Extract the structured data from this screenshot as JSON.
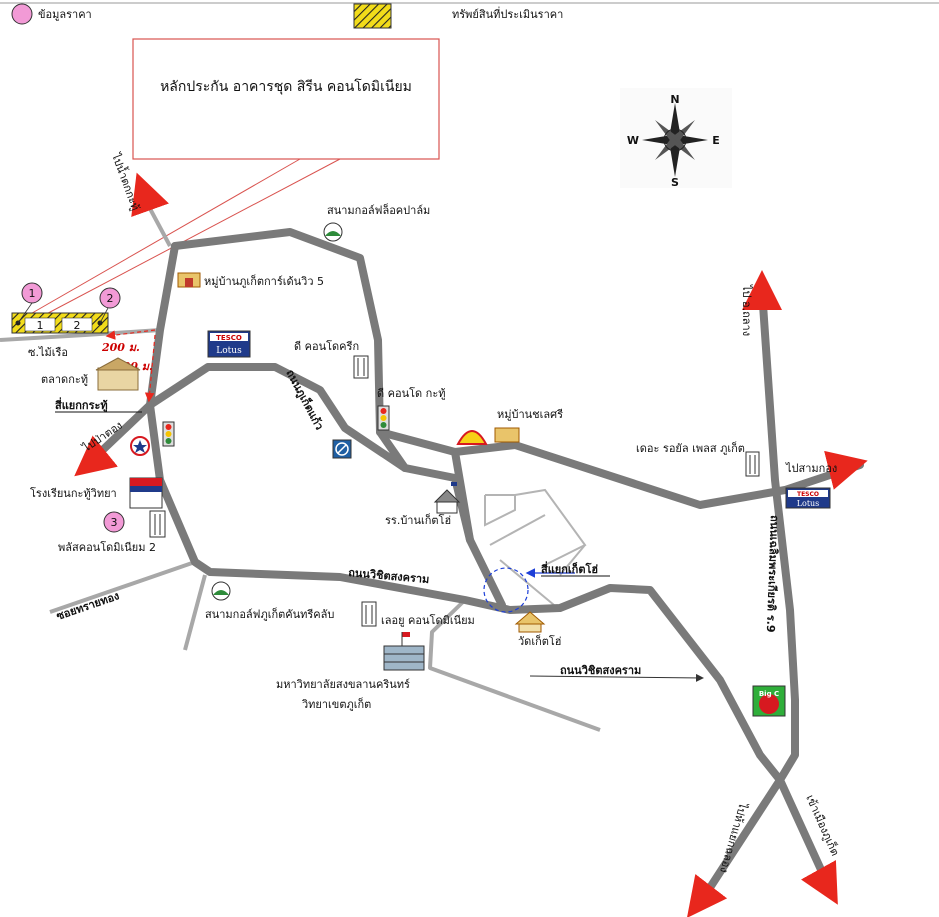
{
  "legend": {
    "price_data_label": "ข้อมูลราคา",
    "appraised_property_label": "ทรัพย์สินที่ประเมินราคา"
  },
  "title": "หลักประกัน  อาคารชุด สิรีน คอนโดมิเนียม",
  "compass": {
    "n": "N",
    "s": "S",
    "e": "E",
    "w": "W"
  },
  "markers": {
    "m1": "1",
    "m2": "2",
    "m3": "3",
    "parcel1": "1",
    "parcel2": "2"
  },
  "distances": {
    "d200": "200 ม.",
    "d300": "300 ม."
  },
  "labels": {
    "to_nam_tok_kathu": "ไปน้ำตกกะทู้",
    "golf_loch_palm": "สนามกอล์ฟล็อคปาล์ม",
    "village_phuket_garden_view": "หมู่บ้านภูเก็ตการ์เด้นวิว 5",
    "d_condo_creek": "ดี คอนโดครีก",
    "soi_mai_rue": "ซ.ไม้เรือ",
    "kathu_market": "ตลาดกะทู้",
    "kathu_intersection": "สี่แยกกระทู้",
    "phuket_kaew_road": "ถนนภูเก็ตแก้ว",
    "d_condo_kathu": "ดี คอนโด กะทู้",
    "village_chalee": "หมู่บ้านชเลศรี",
    "to_patong": "ไปป่าตอง",
    "royal_place": "เดอะ รอยัล เพลส ภูเก็ต",
    "to_sam_kong": "ไปสามกอง",
    "kathu_school": "โรงเรียนกะทู้วิทยา",
    "ban_ket_ho_school": "รร.บ้านเก็ตโฮ่",
    "plus_condo": "พลัสคอนโดมิเนียม 2",
    "ket_ho_intersection": "สี่แยกเก็ตโฮ่",
    "wichit_songkhram_1": "ถนนวิชิตสงคราม",
    "wichit_songkhram_2": "ถนนวิชิตสงคราม",
    "loch_palm_golf_country": "สนามกอล์ฟภูเก็ตคันทรีคลับ",
    "the_base_condo": "เลอยู คอนโดมิเนียม",
    "wat_ket_ho": "วัดเก็ตโฮ่",
    "psu_line1": "มหาวิทยาลัยสงขลานครินทร์",
    "psu_line2": "วิทยาเขตภูเก็ต",
    "sai_thong": "ซอยทรายทอง",
    "to_thalang": "ไป อ.ถลาง",
    "chalerm_road": "ถนนเฉลิมพระเกียรติ ร.9",
    "to_chalong": "ไปห้าแยกฉลอง",
    "to_phuket_town": "เข้าเมืองภูเก็ต"
  },
  "brands": {
    "tesco_top": "TESCO",
    "tesco_bottom": "Lotus",
    "big_c": "Big C"
  },
  "colors": {
    "road": "#7a7a7a",
    "minor_road": "#a8a8a8",
    "arrow_red": "#e8271d",
    "marker_pink": "#f29ad6",
    "title_border": "#d9534f",
    "hatch_yellow": "#e8d000"
  }
}
